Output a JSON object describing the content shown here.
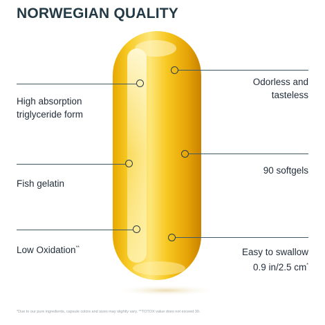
{
  "title": "NORWEGIAN QUALITY",
  "features": {
    "high_absorption": "High absorption",
    "triglyceride_form": "triglyceride form",
    "fish_gelatin": "Fish gelatin",
    "low_oxidation": "Low Oxidation",
    "low_oxidation_mark": "**",
    "odorless": "Odorless and",
    "tasteless": "tasteless",
    "softgels": "90 softgels",
    "easy_swallow": "Easy to swallow",
    "size": "0.9 in/2.5 cm",
    "size_mark": "*"
  },
  "footnote": "*Due to our pure ingredients, capsule colors and sizes may slightly vary. **TOTOX value does not exceed 30.",
  "colors": {
    "capsule_light": "#fff2a6",
    "capsule_mid": "#f5c81a",
    "capsule_dark": "#d99400",
    "line": "#3f5a64"
  }
}
